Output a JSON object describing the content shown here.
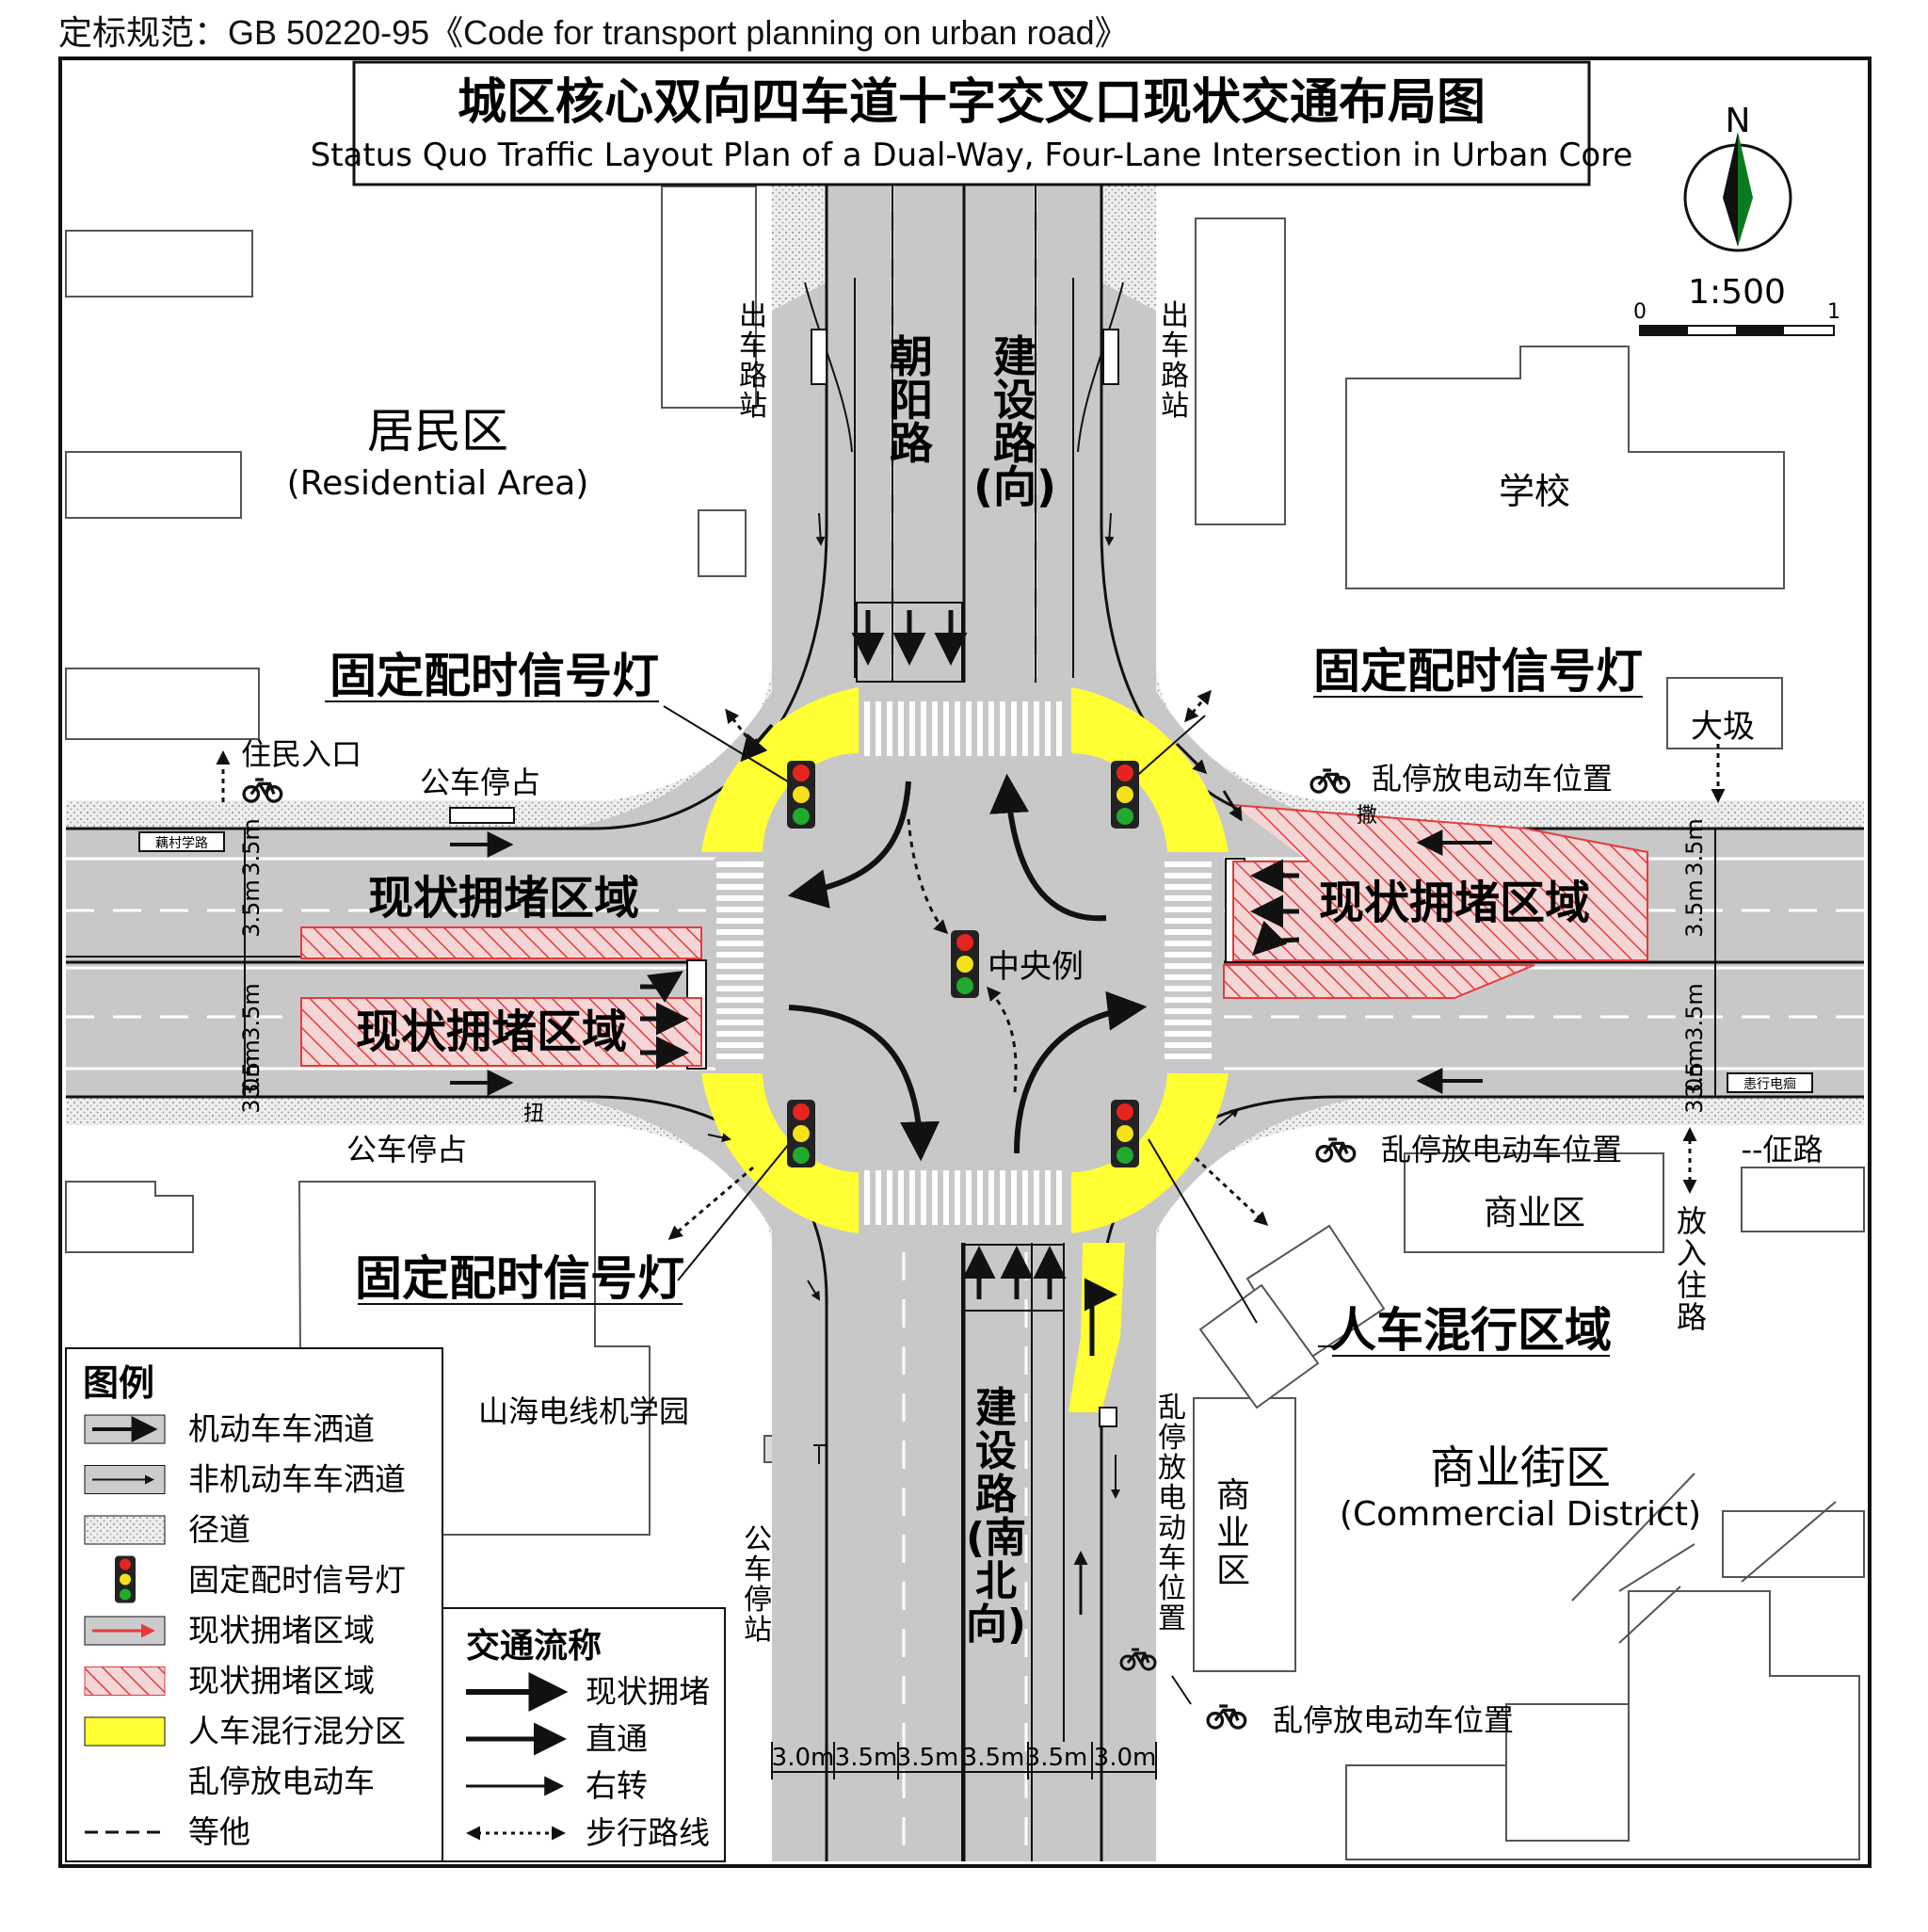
{
  "header": "定标规范：GB 50220-95《Code for transport planning on urban road》",
  "title": {
    "zh": "城区核心双向四车道十字交叉口现状交通布局图",
    "en": "Status Quo Traffic Layout Plan of a Dual-Way, Four-Lane Intersection in Urban Core"
  },
  "north": "N",
  "scale": {
    "ratio": "1:500",
    "start": "0",
    "end": "1"
  },
  "roads": {
    "north_west": [
      "朝",
      "阳",
      "路"
    ],
    "north_east": [
      "建",
      "设",
      "路",
      "(向)"
    ],
    "south": [
      "建",
      "设",
      "路",
      "(南",
      "北",
      "向)"
    ]
  },
  "areas": {
    "residential_zh": "居民区",
    "residential_en": "(Residential Area)",
    "school": "学校",
    "commercial_district_zh": "商业街区",
    "commercial_district_en": "(Commercial District)",
    "commercial_1": "商业区",
    "commercial_2": [
      "商",
      "业",
      "区"
    ],
    "dabaji": "大圾",
    "mountain": "山海电线机学园"
  },
  "callouts": {
    "signal": "固定配时信号灯",
    "congestion": "现状拥堵区域",
    "mixed": "人车混行区域",
    "central": "中央例",
    "resident_entry": "住民入口",
    "bus_stop": "公车停占",
    "bus_stop_v": [
      "公",
      "车",
      "停",
      "站"
    ],
    "exit_station": [
      "出",
      "车",
      "路",
      "站"
    ],
    "ebike": "乱停放电动车位置",
    "ebike_v": [
      "乱",
      "停",
      "放",
      "电",
      "动",
      "车",
      "位",
      "置"
    ],
    "path": "--佂路",
    "fangru": [
      "放",
      "入",
      "住",
      "路"
    ],
    "small_left": "藕村学路",
    "small_right": "恚行电痐",
    "mark1": "撒",
    "mark2": "扭"
  },
  "dims": {
    "lane_35": "3.5m",
    "lane_30": "3.0m",
    "side_30": "3.0m",
    "bottom": [
      "3.0m",
      "3.5m",
      "3.5m",
      "3.5m",
      "3.5m",
      "3.0m"
    ]
  },
  "legend": {
    "title": "图例",
    "items": [
      {
        "label": "机动车车洒道",
        "icon": "thick-arrow"
      },
      {
        "label": "非机动车车洒道",
        "icon": "thin-arrow"
      },
      {
        "label": "径道",
        "icon": "dotted-box"
      },
      {
        "label": "固定配时信号灯",
        "icon": "traffic-light"
      },
      {
        "label": "现状拥堵区域",
        "icon": "red-arrow"
      },
      {
        "label": "现状拥堵区域",
        "icon": "red-hatch"
      },
      {
        "label": "人车混行混分区",
        "icon": "yellow-box"
      },
      {
        "label": "乱停放电动车",
        "icon": "bicycle"
      },
      {
        "label": "等他",
        "icon": "dashed-line"
      }
    ]
  },
  "flow_legend": {
    "title": "交通流称",
    "items": [
      {
        "label": "现状拥堵",
        "icon": "bold-arrow"
      },
      {
        "label": "直通",
        "icon": "medium-arrow"
      },
      {
        "label": "右转",
        "icon": "light-arrow"
      },
      {
        "label": "步行路线",
        "icon": "dotted-double-arrow"
      }
    ]
  },
  "colors": {
    "road": "#c8c8c8",
    "yellow": "#ffff33",
    "red": "#e53b3b",
    "sidewalk": "#e6e6e6"
  }
}
